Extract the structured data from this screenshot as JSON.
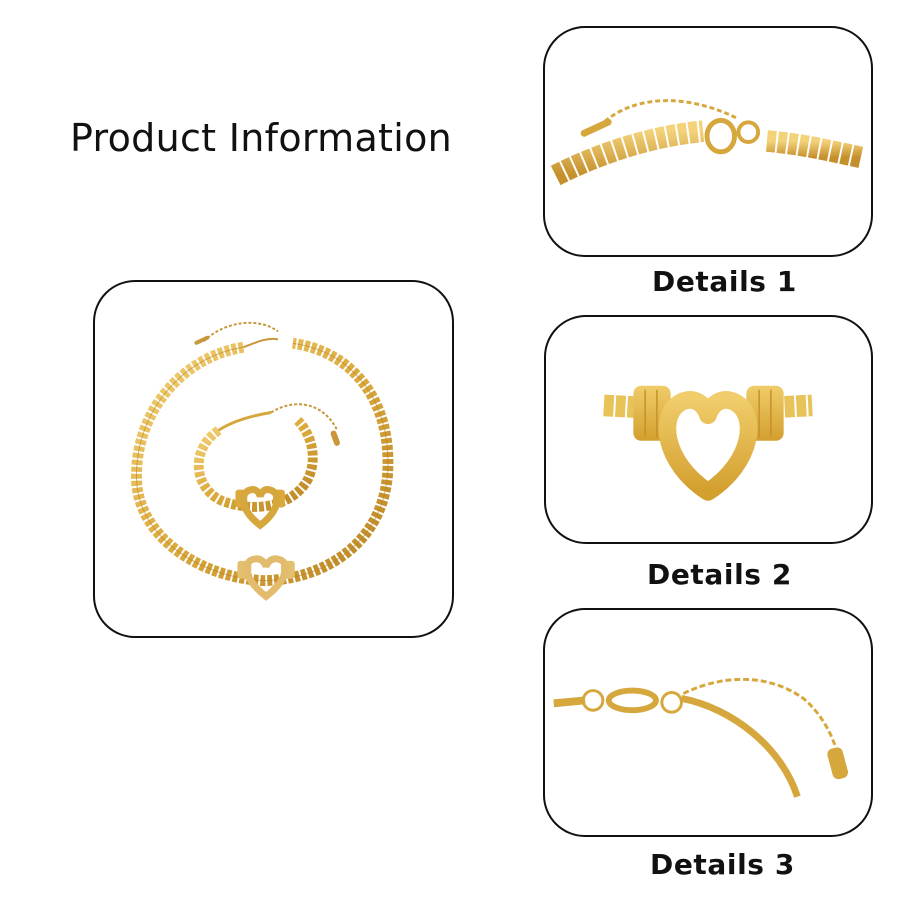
{
  "title": "Product Information",
  "colors": {
    "gold_light": "#f3d27a",
    "gold_mid": "#dcaa3c",
    "gold_dark": "#b98424",
    "gold_shadow": "#8f6418",
    "frame_border": "#111111",
    "background": "#ffffff"
  },
  "main_image": {
    "alt": "Gold herringbone chain necklace and bracelet set with open heart pendant"
  },
  "details": [
    {
      "label": "Details 1",
      "alt": "Close-up of lobster clasp and extender chain on herringbone necklace"
    },
    {
      "label": "Details 2",
      "alt": "Close-up of open heart centerpiece with ribbed end caps"
    },
    {
      "label": "Details 3",
      "alt": "Close-up of bracelet lobster clasp with extender chain and tag"
    }
  ]
}
